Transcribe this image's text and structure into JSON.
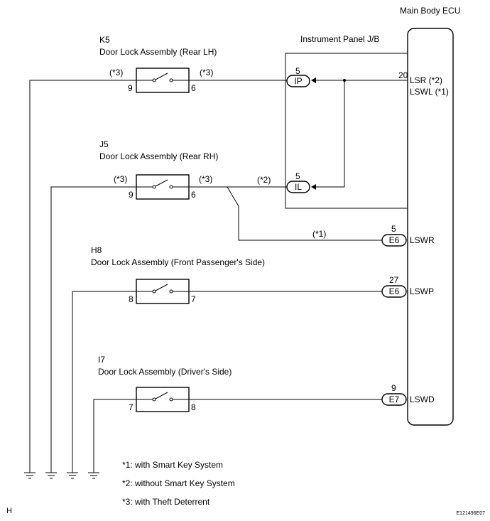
{
  "ecu": {
    "title": "Main Body ECU"
  },
  "junction_block": {
    "title": "Instrument Panel J/B"
  },
  "switches": [
    {
      "code": "K5",
      "name": "Door Lock Assembly (Rear LH)",
      "left_pin": "9",
      "right_pin": "6",
      "left_note": "(*3)",
      "right_note": "(*3)"
    },
    {
      "code": "J5",
      "name": "Door Lock Assembly (Rear RH)",
      "left_pin": "9",
      "right_pin": "6",
      "left_note": "(*3)",
      "right_note": "(*3)"
    },
    {
      "code": "H8",
      "name": "Door Lock Assembly (Front Passenger's Side)",
      "left_pin": "8",
      "right_pin": "7"
    },
    {
      "code": "I7",
      "name": "Door Lock Assembly (Driver's Side)",
      "left_pin": "7",
      "right_pin": "8"
    }
  ],
  "connectors": {
    "ip": {
      "name": "IP",
      "pin": "5"
    },
    "il": {
      "name": "IL",
      "pin": "5",
      "note": "(*2)"
    },
    "e6_lswr": {
      "name": "E6",
      "pin": "5",
      "note": "(*1)"
    },
    "e6_lswp": {
      "name": "E6",
      "pin": "27"
    },
    "e7_lswd": {
      "name": "E7",
      "pin": "9"
    }
  },
  "ecu_terminals": {
    "lsr": "LSR (*2)",
    "lswl": "LSWL (*1)",
    "lsr_pin": "20",
    "lswr": "LSWR",
    "lswp": "LSWP",
    "lswd": "LSWD"
  },
  "legend": [
    "*1: with Smart Key System",
    "*2: without Smart Key System",
    "*3: with Theft Deterrent"
  ],
  "footer": {
    "left": "H",
    "right": "E121496E07"
  }
}
